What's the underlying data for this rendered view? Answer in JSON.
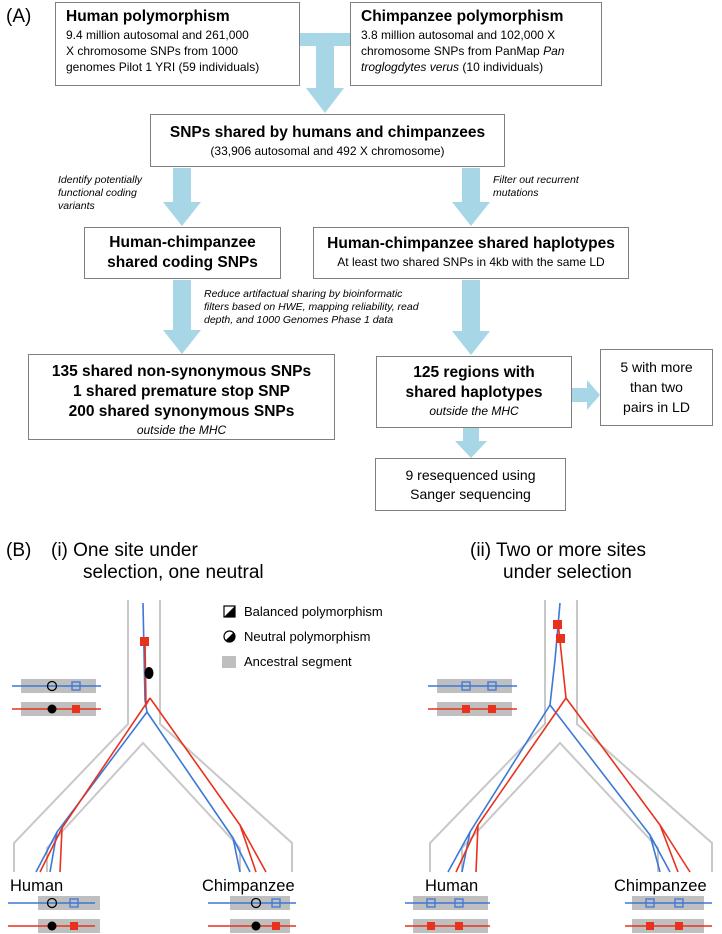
{
  "panel_a": {
    "label": "(A)",
    "human_poly": {
      "title": "Human polymorphism",
      "line1": "9.4 million autosomal and 261,000",
      "line2": "X chromosome SNPs from 1000",
      "line3": "genomes Pilot 1 YRI (59 individuals)"
    },
    "chimp_poly": {
      "title": "Chimpanzee polymorphism",
      "line1": "3.8 million autosomal  and 102,000 X",
      "line2a": "chromosome SNPs from PanMap ",
      "line2b": "Pan",
      "line3a": "troglogdytes verus",
      "line3b": " (10 individuals)"
    },
    "shared_snps": {
      "title": "SNPs shared by humans and chimpanzees",
      "sub": "(33,906 autosomal and 492 X chromosome)"
    },
    "note_left": {
      "l1": "Identify potentially",
      "l2": "functional coding",
      "l3": "variants"
    },
    "note_right": {
      "l1": "Filter out recurrent",
      "l2": "mutations"
    },
    "shared_coding": {
      "l1": "Human-chimpanzee",
      "l2": "shared coding SNPs"
    },
    "shared_haplo": {
      "title": "Human-chimpanzee shared haplotypes",
      "sub": "At least two shared SNPs in 4kb with the same LD"
    },
    "note_middle": {
      "l1": "Reduce artifactual sharing by bioinformatic",
      "l2": "filters based on HWE, mapping reliability, read",
      "l3": "depth, and 1000 Genomes Phase 1 data"
    },
    "coding_result": {
      "l1": "135 shared non-synonymous SNPs",
      "l2": "1 shared premature stop SNP",
      "l3": "200 shared synonymous SNPs",
      "l4": "outside the MHC"
    },
    "regions": {
      "l1": "125 regions with",
      "l2": "shared haplotypes",
      "l3": "outside the MHC"
    },
    "ld_box": {
      "l1": "5 with more",
      "l2": "than two",
      "l3": "pairs in LD"
    },
    "reseq": {
      "l1": "9 resequenced using",
      "l2": "Sanger sequencing"
    }
  },
  "panel_b": {
    "label": "(B)",
    "sub_i": {
      "l1": "(i) One site under",
      "l2": "selection, one neutral"
    },
    "sub_ii": {
      "l1": "(ii) Two or more sites",
      "l2": "under selection"
    },
    "legend": {
      "balanced": "Balanced polymorphism",
      "neutral": "Neutral polymorphism",
      "ancestral": "Ancestral segment"
    },
    "human_label": "Human",
    "chimp_label": "Chimpanzee"
  },
  "colors": {
    "arrow": "#a7d6e6",
    "box_border": "#7f7f7f",
    "blue": "#3c78d8",
    "red": "#e8321e",
    "grey_segment": "#bfbfbf",
    "grey_tree": "#c8c8c8"
  }
}
